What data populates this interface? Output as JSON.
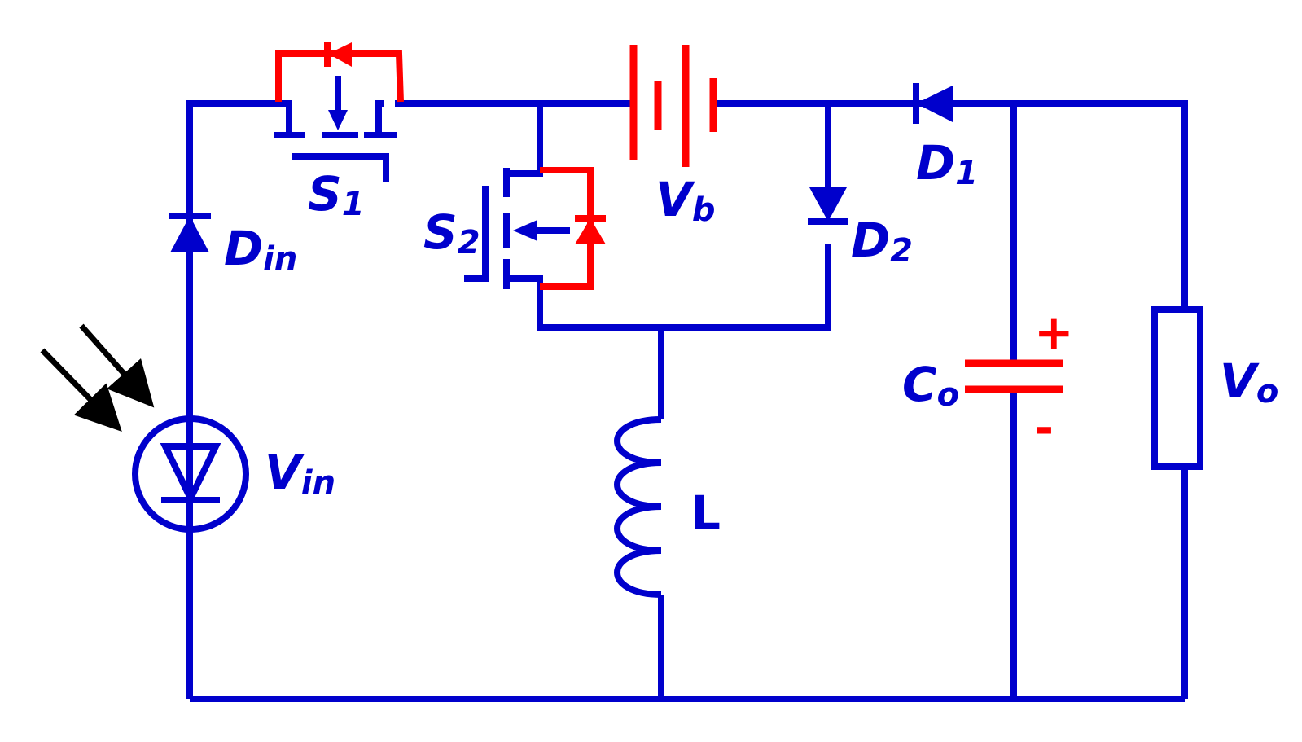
{
  "colors": {
    "wire": "#0000cc",
    "highlight": "#ff0000",
    "light": "#000000"
  },
  "labels": {
    "s1": {
      "main": "S",
      "sub": "1"
    },
    "s2": {
      "main": "S",
      "sub": "2"
    },
    "vb": {
      "main": "V",
      "sub": "b"
    },
    "d1": {
      "main": "D",
      "sub": "1"
    },
    "d2": {
      "main": "D",
      "sub": "2"
    },
    "din": {
      "main": "D",
      "sub": "in"
    },
    "vin": {
      "main": "V",
      "sub": "in"
    },
    "l": "L",
    "co": {
      "main": "C",
      "sub": "o"
    },
    "vo": {
      "main": "V",
      "sub": "o"
    },
    "plus": "+",
    "minus": "-"
  }
}
